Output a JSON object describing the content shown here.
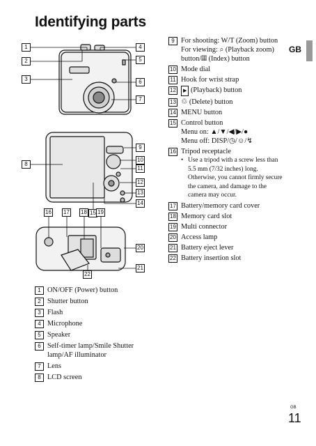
{
  "title": "Identifying parts",
  "lang_tab": "GB",
  "page": {
    "lang": "GB",
    "number": "11"
  },
  "callouts": {
    "c1": "1",
    "c2": "2",
    "c3": "3",
    "c4": "4",
    "c5": "5",
    "c6": "6",
    "c7": "7",
    "c8": "8",
    "c9": "9",
    "c10": "10",
    "c11": "11",
    "c12": "12",
    "c13": "13",
    "c14": "14",
    "c15": "15",
    "c16": "16",
    "c17": "17",
    "c18": "18",
    "c19": "19",
    "c20": "20",
    "c21": "21",
    "c22": "22"
  },
  "left_list": [
    {
      "num": "1",
      "text": "ON/OFF (Power) button"
    },
    {
      "num": "2",
      "text": "Shutter button"
    },
    {
      "num": "3",
      "text": "Flash"
    },
    {
      "num": "4",
      "text": "Microphone"
    },
    {
      "num": "5",
      "text": "Speaker"
    },
    {
      "num": "6",
      "text": "Self-timer lamp/Smile Shutter lamp/AF illuminator"
    },
    {
      "num": "7",
      "text": "Lens"
    },
    {
      "num": "8",
      "text": "LCD screen"
    }
  ],
  "right_list": {
    "i9": {
      "num": "9",
      "l1": "For shooting: W/T (Zoom) button",
      "l2": "For viewing: ⌕ (Playback zoom) button/▦ (Index) button"
    },
    "i10": {
      "num": "10",
      "text": "Mode dial"
    },
    "i11": {
      "num": "11",
      "text": "Hook for wrist strap"
    },
    "i12": {
      "num": "12",
      "icon": "▶",
      "text": "(Playback) button"
    },
    "i13": {
      "num": "13",
      "icon": "♲",
      "text": "(Delete) button"
    },
    "i14": {
      "num": "14",
      "text": "MENU button"
    },
    "i15": {
      "num": "15",
      "l1": "Control button",
      "l2": "Menu on: ▲/▼/◀/▶/●",
      "l3": "Menu off: DISP/◷/☺/↯"
    },
    "i16": {
      "num": "16",
      "text": "Tripod receptacle",
      "bullet": "•",
      "note": "Use a tripod with a screw less than 5.5 mm (7/32 inches) long. Otherwise, you cannot firmly secure the camera, and damage to the camera may occur."
    },
    "i17": {
      "num": "17",
      "text": "Battery/memory card cover"
    },
    "i18": {
      "num": "18",
      "text": "Memory card slot"
    },
    "i19": {
      "num": "19",
      "text": "Multi connector"
    },
    "i20": {
      "num": "20",
      "text": "Access lamp"
    },
    "i21": {
      "num": "21",
      "text": "Battery eject lever"
    },
    "i22": {
      "num": "22",
      "text": "Battery insertion slot"
    }
  }
}
